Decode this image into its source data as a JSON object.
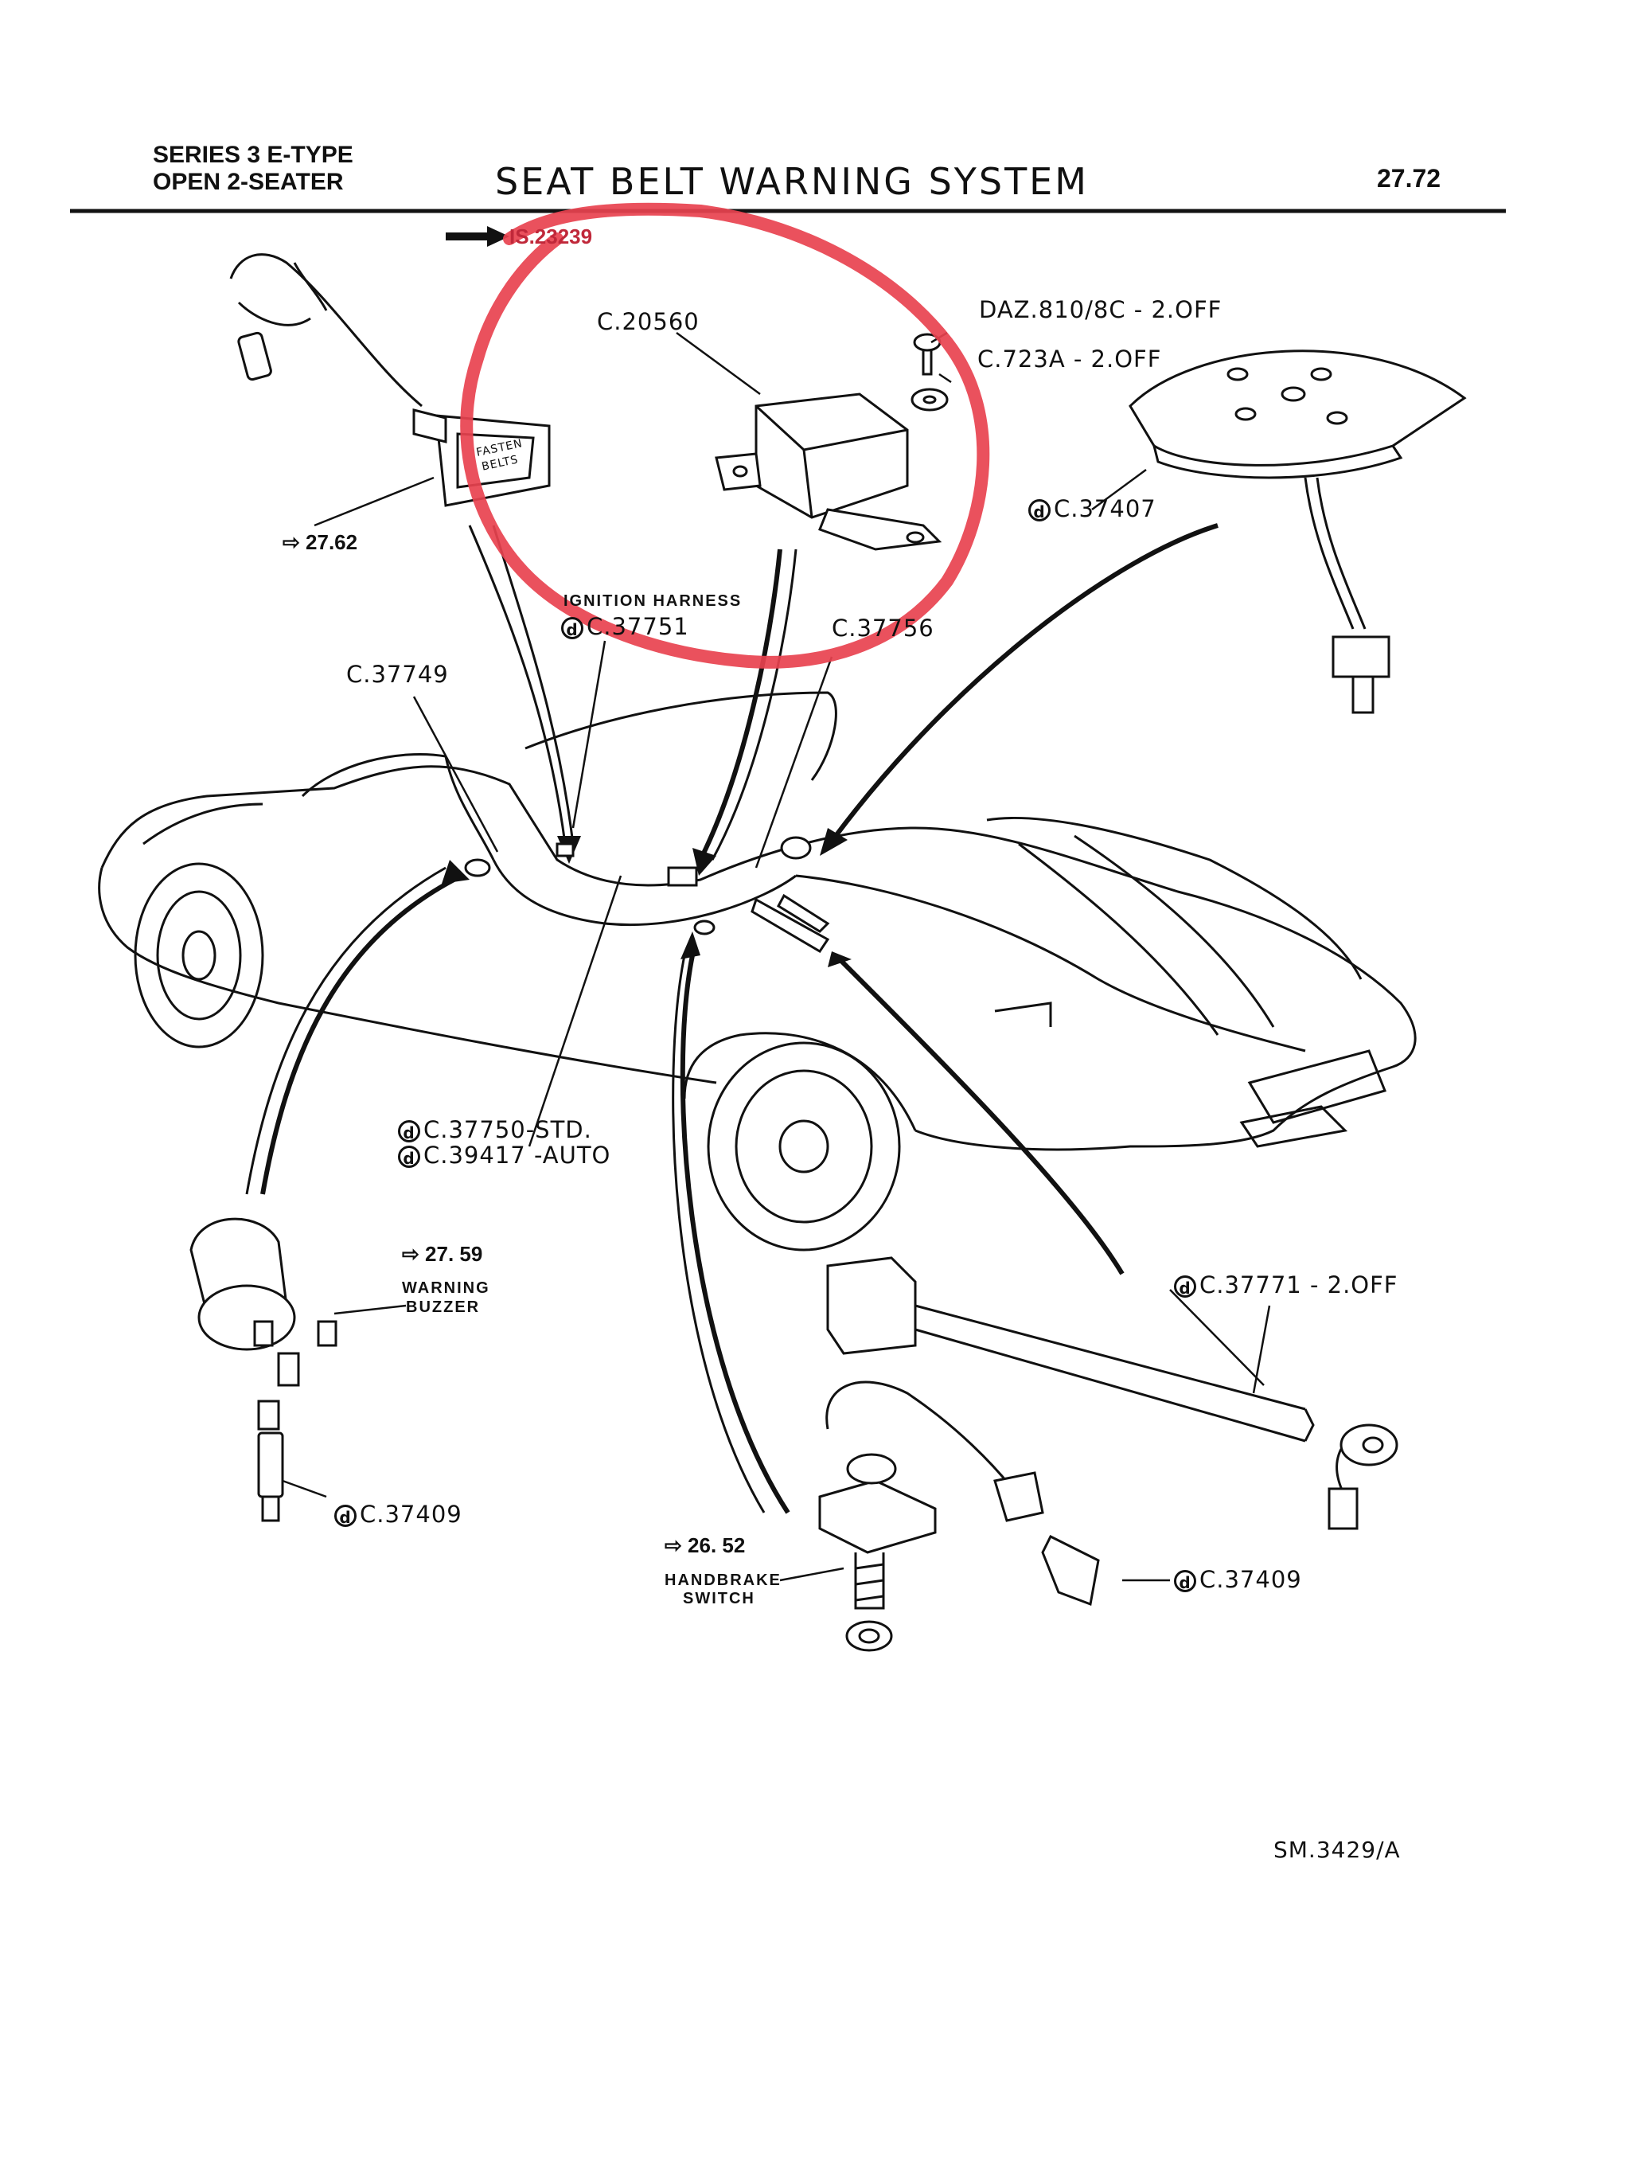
{
  "header": {
    "series_line1": "SERIES 3   E-TYPE",
    "series_line2": "OPEN 2-SEATER",
    "title": "SEAT BELT WARNING SYSTEM",
    "page_number": "27.72"
  },
  "labels": {
    "is_ref": "IS.23239",
    "c20560": "C.20560",
    "daz": "DAZ.810/8C - 2.OFF",
    "c723a": "C.723A - 2.OFF",
    "c37407": "C.37407",
    "ref_2762": "27.62",
    "ignition_harness": "IGNITION  HARNESS",
    "c37751": "C.37751",
    "c37756": "C.37756",
    "c37749": "C.37749",
    "c37750": "C.37750-STD.",
    "c39417": "C.39417 -AUTO",
    "ref_2759": "27. 59",
    "warning": "WARNING",
    "buzzer": "BUZZER",
    "c37771": "C.37771 - 2.OFF",
    "c37409_left": "C.37409",
    "ref_2652": "26. 52",
    "handbrake": "HANDBRAKE",
    "switch": "SWITCH",
    "c37409_right": "C.37409",
    "sm_ref": "SM.3429/A",
    "fasten_line1": "FASTEN",
    "fasten_line2": "BELTS",
    "d_symbol": "d"
  },
  "colors": {
    "ink": "#111111",
    "highlight": "#e8424f",
    "is_ref": "#c0283a"
  }
}
